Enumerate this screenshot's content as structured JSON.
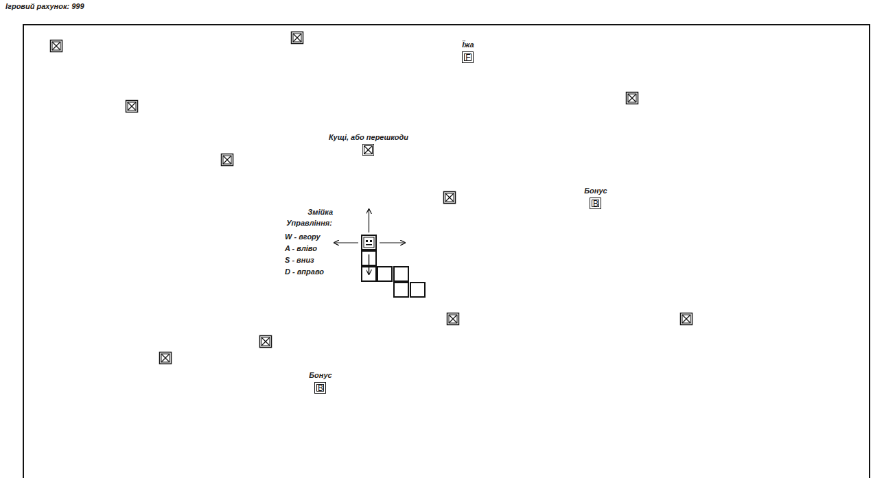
{
  "diagram": {
    "nodes": [
      {
        "text": [
          "Їжа",
          "F"
        ]
      },
      {
        "text": [
          "Кущі, або перешкоди"
        ]
      },
      {
        "text": [
          "Бонус",
          "B"
        ]
      },
      {
        "text": [
          "Бонус",
          "B"
        ]
      }
    ],
    "labels": [
      "Ігровий рахунок: 999",
      "Змійка",
      "Управління:",
      "W - вгору",
      "A - вліво",
      "S - вниз",
      "D - вправо"
    ]
  }
}
